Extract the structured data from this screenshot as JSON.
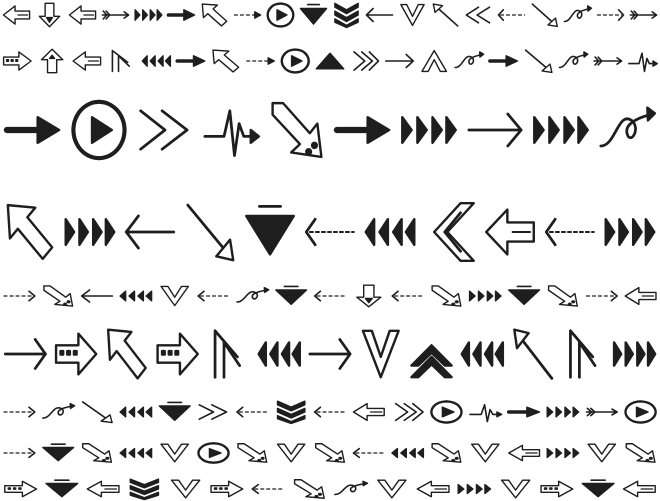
{
  "ink_color": "#1e1e1e",
  "background_color": "#ffffff",
  "rows": [
    {
      "glyphs": [
        "block-arrow-left",
        "block-arrow-down",
        "block-arrow-left",
        "feather-arrow",
        "triangles-right",
        "solid-arrow-right",
        "block-arrow-up-left",
        "dotted-arrow-right",
        "circle-play",
        "big-triangle-down",
        "chevron-stack-down",
        "line-arrow-left",
        "chevron-v",
        "diagonal-arrow-up",
        "chevrons-left",
        "dashed-arrow-left",
        "diagonal-arrow",
        "curly-arrow",
        "dashed-arrow-right",
        "feather-arrow"
      ]
    },
    {
      "glyphs": [
        "block-arrow-right",
        "block-arrow-up",
        "block-arrow-left",
        "chevron-corner",
        "triangles-left",
        "solid-arrow-right",
        "block-arrow-up-left",
        "dotted-arrow-right",
        "circle-play",
        "big-triangle-up",
        "chevron-stack-right",
        "line-arrow-right",
        "chevron-up",
        "curly-arrow",
        "solid-arrow-right",
        "diagonal-arrow",
        "curly-arrow",
        "feather-arrow",
        "heartbeat-arrow"
      ]
    },
    {
      "glyphs": [
        "solid-arrow-right",
        "circle-play",
        "chevrons-right",
        "heartbeat-arrow",
        "block-arrow-down-right",
        "solid-arrow-right",
        "triangles-right",
        "line-arrow-right",
        "triangles-right",
        "curly-arrow"
      ]
    },
    {
      "glyphs": [
        "block-arrow-up-left",
        "triangles-right",
        "line-arrow-left",
        "diagonal-arrow",
        "big-triangle-down",
        "dashed-arrow-left",
        "triangles-left",
        "chevron-stack-left",
        "block-arrow-left",
        "dashed-arrow-left",
        "triangles-right"
      ]
    },
    {
      "glyphs": [
        "dashed-arrow-right",
        "block-arrow-down-right",
        "line-arrow-left",
        "triangles-left",
        "chevron-v",
        "dashed-arrow-left",
        "curly-arrow",
        "big-triangle-down",
        "dashed-arrow-left",
        "block-arrow-down",
        "dashed-arrow-left",
        "block-arrow-down-right",
        "triangles-right",
        "big-triangle-down",
        "block-arrow-down-right",
        "dashed-arrow-right",
        "block-arrow-left"
      ]
    },
    {
      "glyphs": [
        "line-arrow-right",
        "block-arrow-right",
        "block-arrow-up-left",
        "block-arrow-right",
        "chevron-corner",
        "triangles-left",
        "line-arrow-right",
        "chevron-v",
        "chevron-stack-up",
        "triangles-left",
        "diagonal-arrow-up",
        "chevron-corner",
        "triangles-right"
      ]
    },
    {
      "glyphs": [
        "dashed-arrow-right",
        "curly-arrow",
        "diagonal-arrow",
        "triangles-left",
        "big-triangle-down",
        "chevrons-right",
        "dashed-arrow-left",
        "chevron-stack-down",
        "dashed-arrow-left",
        "block-arrow-left",
        "chevron-stack-right",
        "circle-play",
        "heartbeat-arrow",
        "solid-arrow-right",
        "triangles-right",
        "feather-arrow",
        "circle-play"
      ]
    },
    {
      "glyphs": [
        "dashed-arrow-right",
        "big-triangle-down",
        "block-arrow-down-right",
        "triangles-left",
        "chevron-v",
        "circle-play",
        "block-arrow-down-right",
        "chevron-v",
        "block-arrow-down-right",
        "dashed-arrow-left",
        "triangles-left",
        "block-arrow-down-right",
        "chevron-v",
        "block-arrow-left",
        "triangles-right",
        "chevron-v",
        "block-arrow-down-right"
      ]
    },
    {
      "glyphs": [
        "block-arrow-right",
        "big-triangle-down",
        "block-arrow-left",
        "chevron-stack-down",
        "chevron-v",
        "block-arrow-right",
        "dashed-arrow-left",
        "block-arrow-down-right",
        "curly-arrow",
        "chevron-v",
        "block-arrow-left",
        "triangles-right",
        "chevron-v",
        "block-arrow-right",
        "big-triangle-down",
        "block-arrow-left"
      ]
    }
  ]
}
